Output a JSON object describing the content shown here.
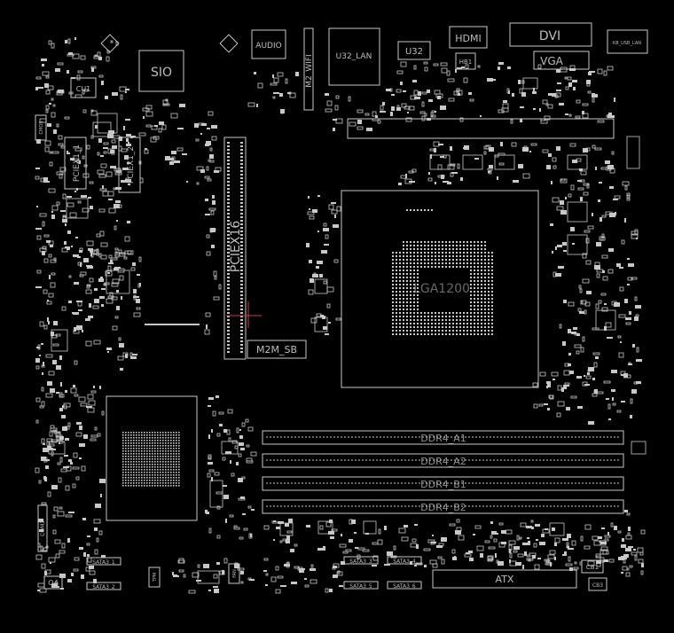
{
  "labels": {
    "sio": "SIO",
    "cu1": "CU1",
    "audio": "AUDIO",
    "m2_wifi": "M2_WIFI",
    "u32_lan": "U32_LAN",
    "u32": "U32",
    "hdmi": "HDMI",
    "hb1": "HB1",
    "dvi": "DVI",
    "vga": "VGA",
    "kb_usb": "KB_USB_LAN",
    "pciex1_1": "PCIEX1_1",
    "pciex1_2": "PCIEX1_2",
    "pciex16": "PCIEX16",
    "m2m_sb": "M2M_SB",
    "cpu": "LGA1200",
    "ddr4_a1": "DDR4_A1",
    "ddr4_a2": "DDR4_A2",
    "ddr4_b1": "DDR4_B1",
    "ddr4_b2": "DDR4_B2",
    "atx": "ATX",
    "q4": "Q4",
    "cb1": "CB1",
    "cb3": "CB3",
    "sata1": "SATA3_1",
    "sata2": "SATA3_2",
    "sata3": "SATA3_3",
    "sata4": "SATA3_4",
    "sata5": "SATA3_5",
    "sata6": "SATA3_6",
    "com": "COM1",
    "tpm": "TPM",
    "fan": "FAN",
    "cmos": "CMOS"
  },
  "colors": {
    "background": "#000000",
    "outline": "#c8c8c8",
    "text": "#bdbdbd",
    "marker": "#cf3a4a"
  }
}
